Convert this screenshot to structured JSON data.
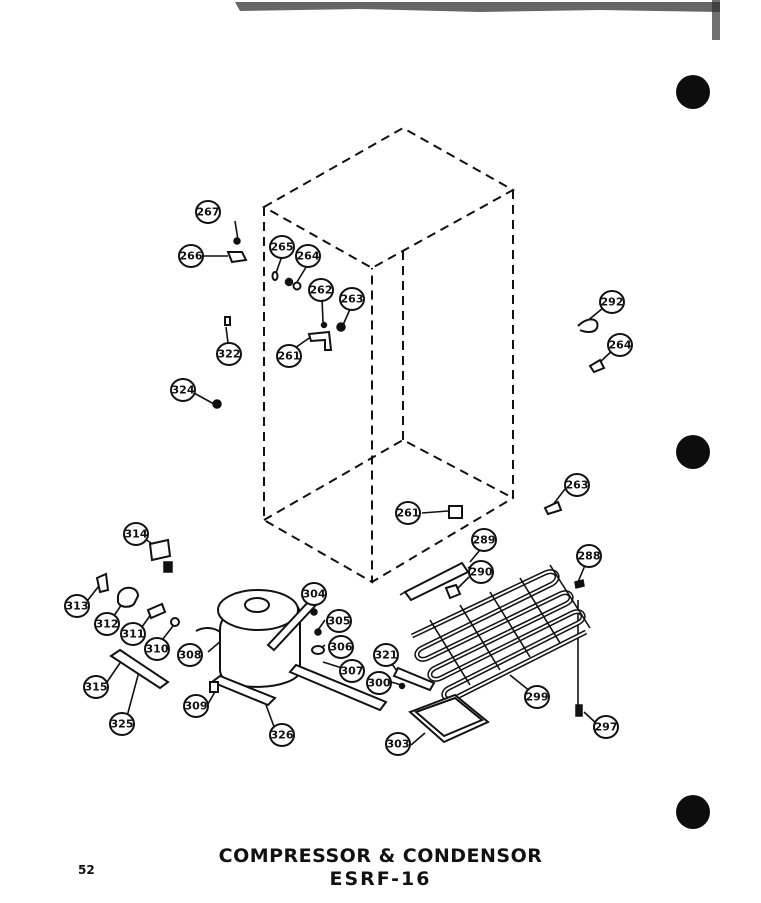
{
  "title": "COMPRESSOR & CONDENSOR",
  "model": "ESRF-16",
  "page_number": "52",
  "callouts": [
    {
      "id": "c267a",
      "label": "267"
    },
    {
      "id": "c266",
      "label": "266"
    },
    {
      "id": "c265",
      "label": "265"
    },
    {
      "id": "c264a",
      "label": "264"
    },
    {
      "id": "c262",
      "label": "262"
    },
    {
      "id": "c263a",
      "label": "263"
    },
    {
      "id": "c322",
      "label": "322"
    },
    {
      "id": "c261a",
      "label": "261"
    },
    {
      "id": "c324",
      "label": "324"
    },
    {
      "id": "c292",
      "label": "292"
    },
    {
      "id": "c264b",
      "label": "264"
    },
    {
      "id": "c263b",
      "label": "263"
    },
    {
      "id": "c261b",
      "label": "261"
    },
    {
      "id": "c289",
      "label": "289"
    },
    {
      "id": "c290",
      "label": "290"
    },
    {
      "id": "c288",
      "label": "288"
    },
    {
      "id": "c314",
      "label": "314"
    },
    {
      "id": "c313",
      "label": "313"
    },
    {
      "id": "c312",
      "label": "312"
    },
    {
      "id": "c311",
      "label": "311"
    },
    {
      "id": "c310",
      "label": "310"
    },
    {
      "id": "c304",
      "label": "304"
    },
    {
      "id": "c305",
      "label": "305"
    },
    {
      "id": "c306",
      "label": "306"
    },
    {
      "id": "c307",
      "label": "307"
    },
    {
      "id": "c308",
      "label": "308"
    },
    {
      "id": "c309",
      "label": "309"
    },
    {
      "id": "c315",
      "label": "315"
    },
    {
      "id": "c325",
      "label": "325"
    },
    {
      "id": "c326",
      "label": "326"
    },
    {
      "id": "c321",
      "label": "321"
    },
    {
      "id": "c300",
      "label": "300"
    },
    {
      "id": "c299",
      "label": "299"
    },
    {
      "id": "c297",
      "label": "297"
    },
    {
      "id": "c303",
      "label": "303"
    }
  ]
}
